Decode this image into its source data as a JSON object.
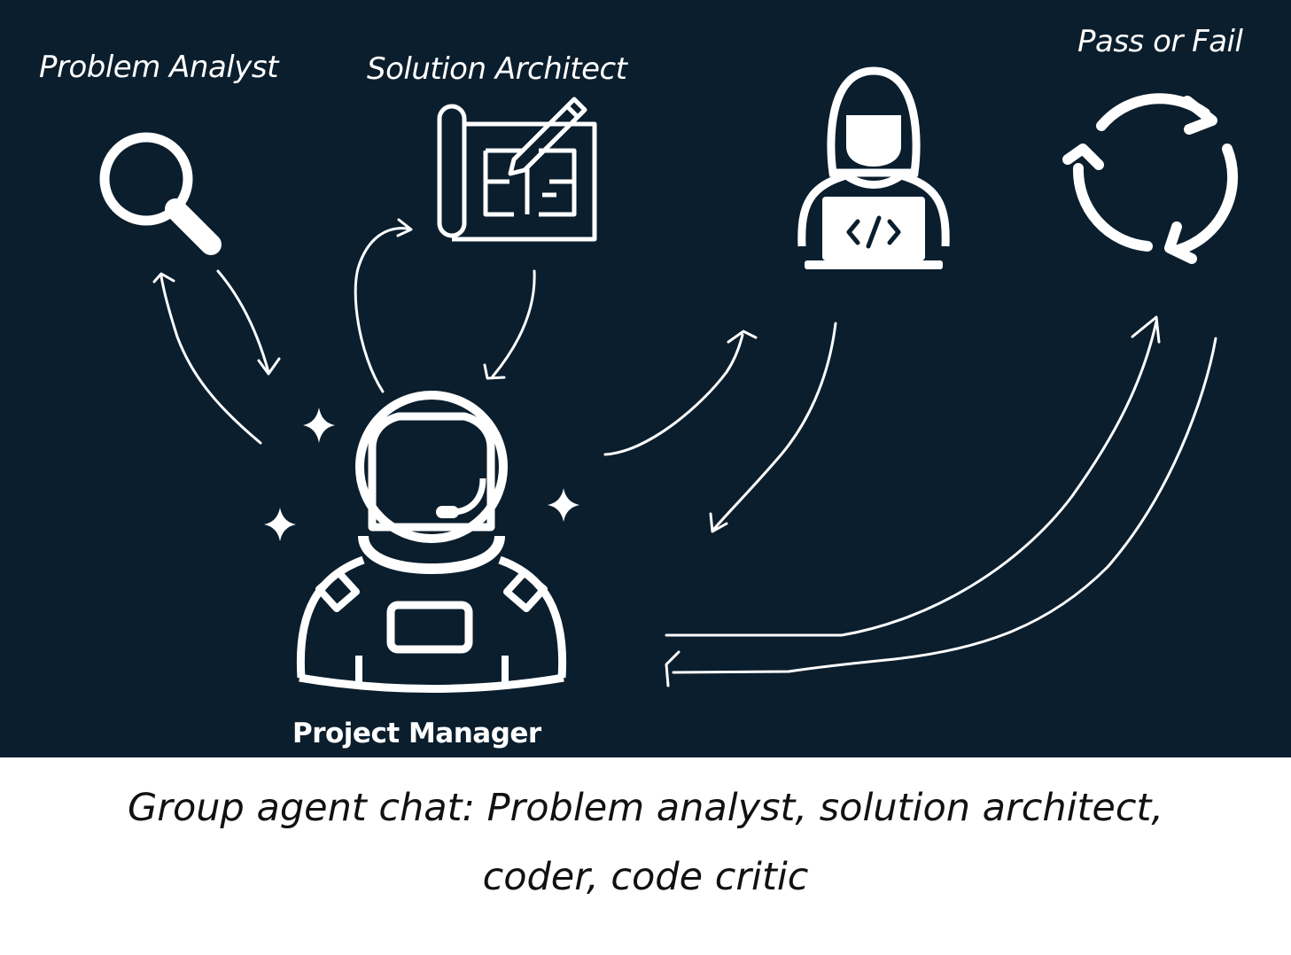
{
  "diagram": {
    "roles": {
      "problem_analyst": "Problem Analyst",
      "solution_architect": "Solution Architect",
      "code_critic": "Pass or Fail",
      "project_manager": "Project Manager",
      "coder": ""
    },
    "icons": {
      "problem_analyst": "magnifying-glass-icon",
      "solution_architect": "blueprint-pencil-icon",
      "coder": "developer-laptop-icon",
      "code_critic": "refresh-cycle-icon",
      "project_manager": "astronaut-headset-icon"
    },
    "colors": {
      "background": "#0b1e2d",
      "foreground": "#ffffff"
    }
  },
  "caption": {
    "line1": "Group agent chat: Problem analyst, solution architect,",
    "line2": "coder, code critic"
  }
}
